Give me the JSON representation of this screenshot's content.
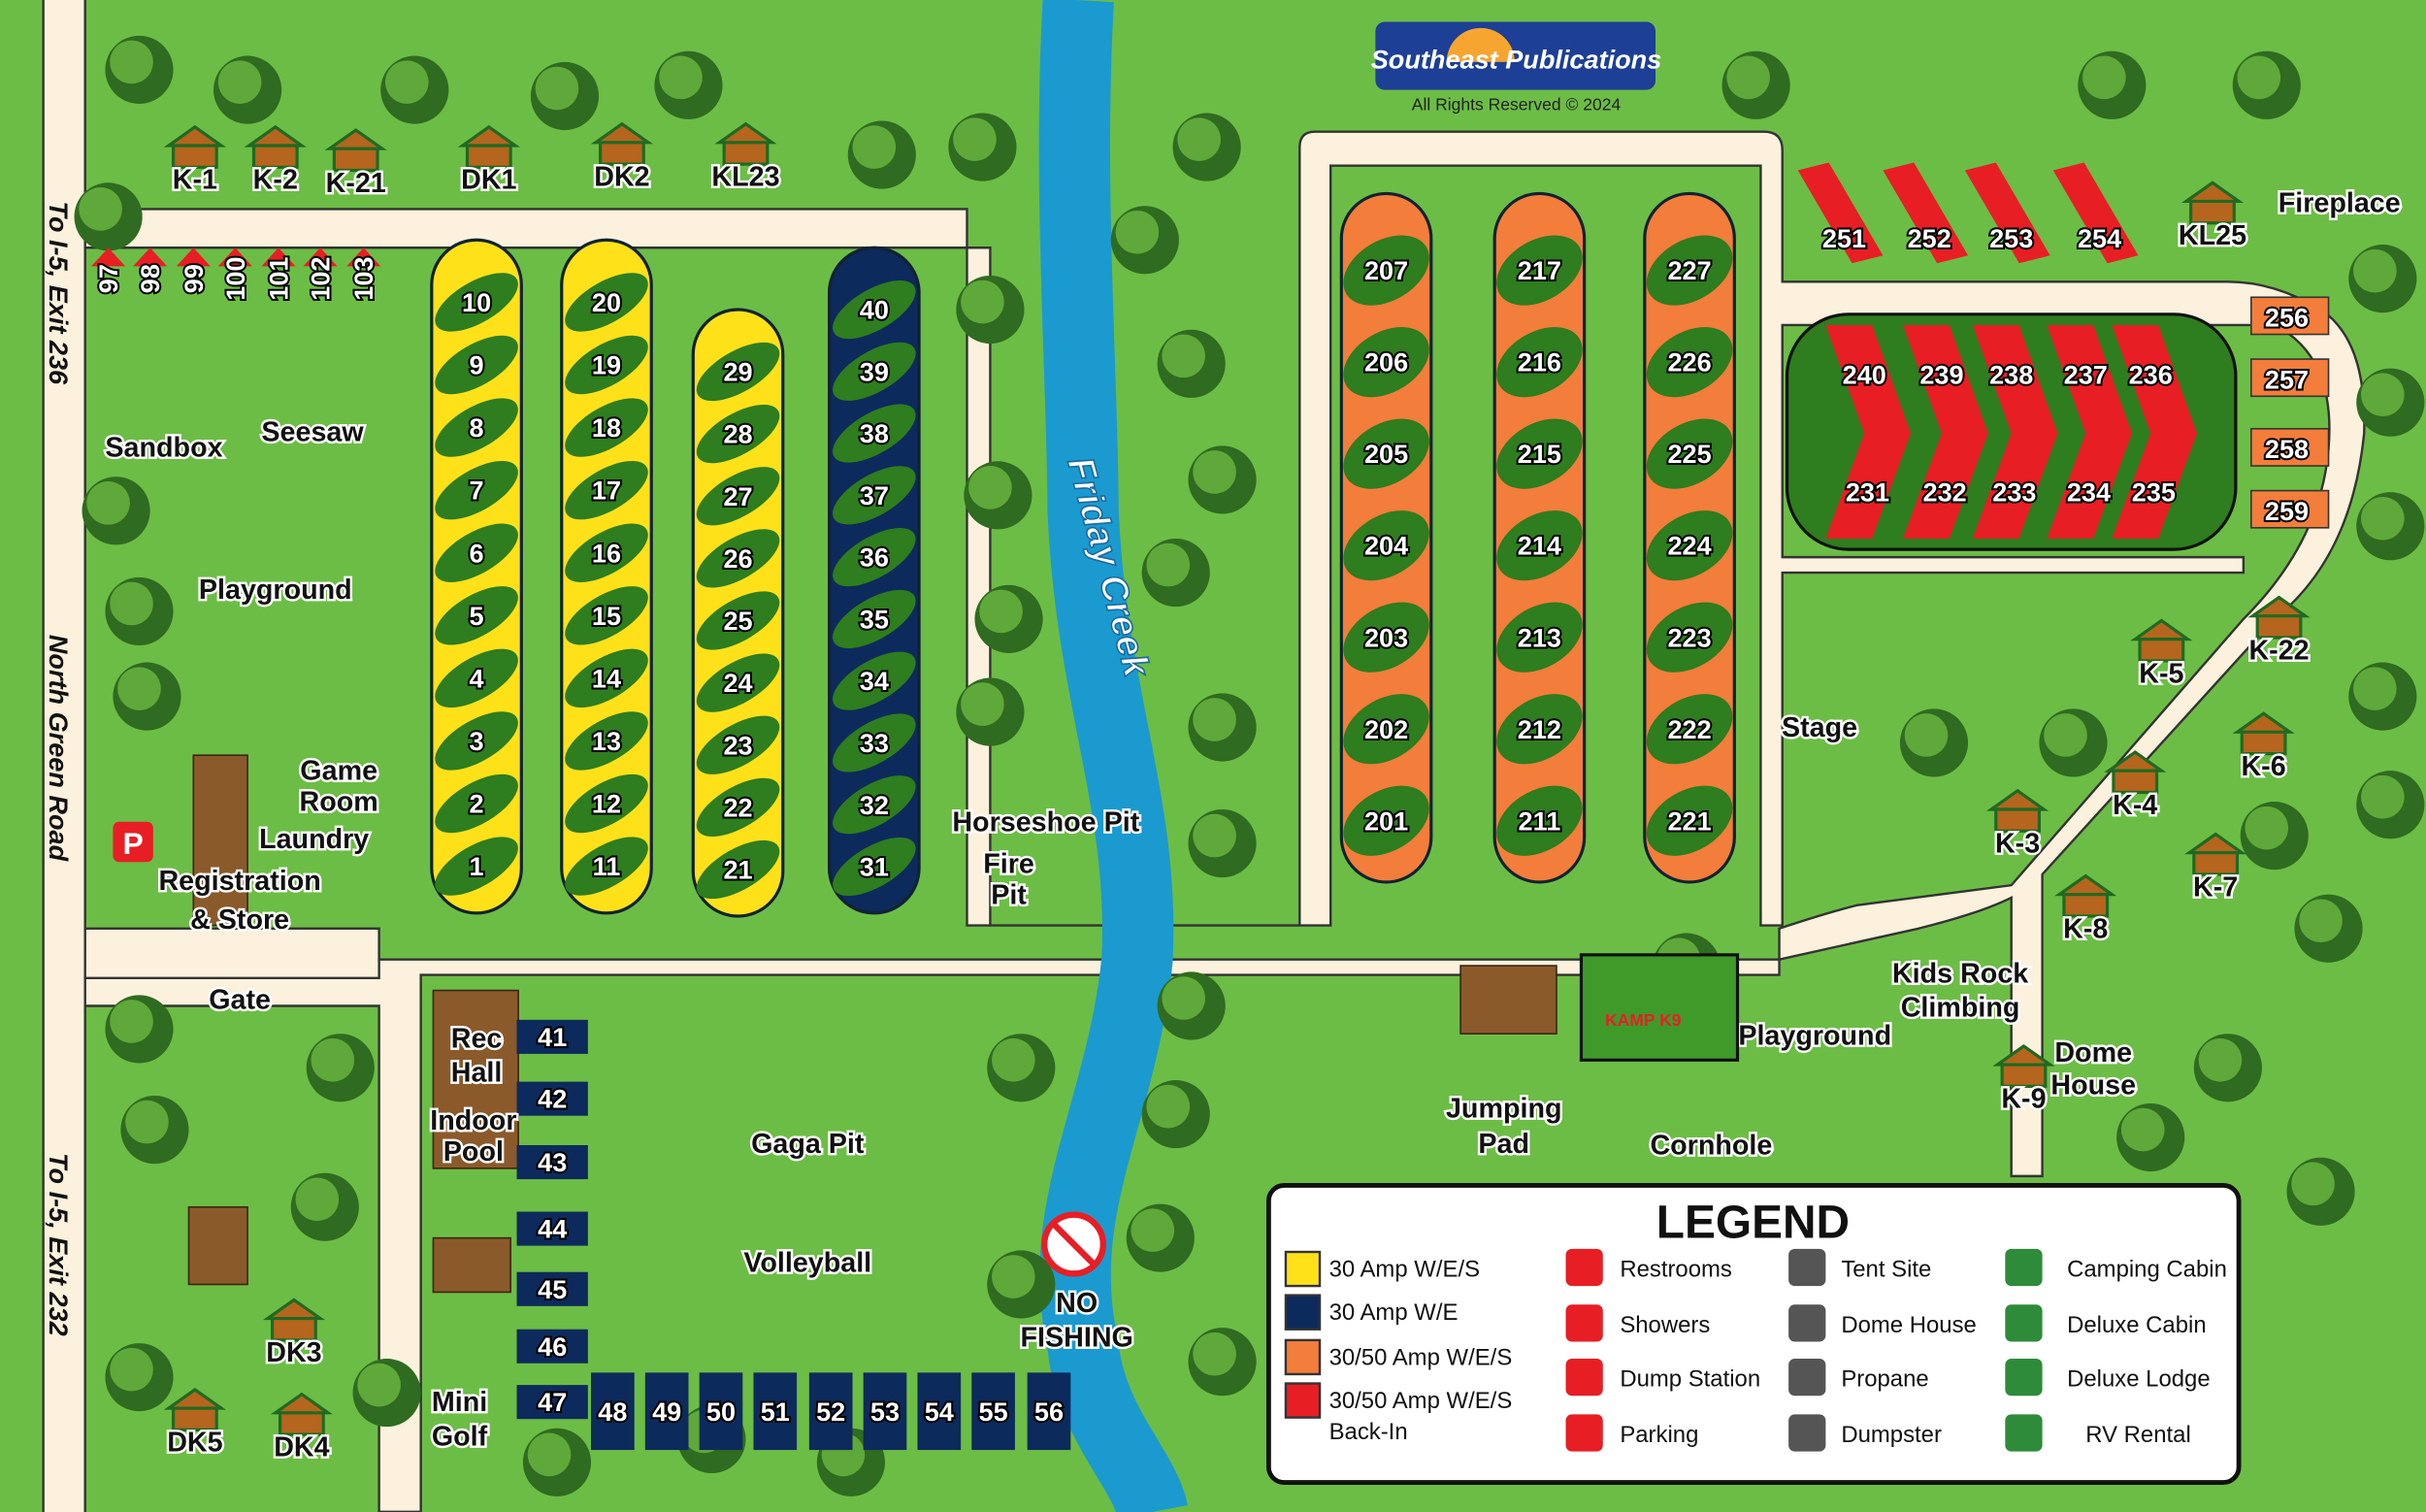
{
  "logo": {
    "brand": "Southeast Publications",
    "copyright": "All Rights Reserved © 2024"
  },
  "roads": {
    "north": "To I-5, Exit 236",
    "main": "North Green Road",
    "south": "To I-5, Exit 232"
  },
  "creek": "Friday Creek",
  "no_fishing": [
    "NO",
    "FISHING"
  ],
  "sites": {
    "yellow_1": [
      "10",
      "9",
      "8",
      "7",
      "6",
      "5",
      "4",
      "3",
      "2",
      "1"
    ],
    "yellow_2": [
      "20",
      "19",
      "18",
      "17",
      "16",
      "15",
      "14",
      "13",
      "12",
      "11"
    ],
    "yellow_3": [
      "29",
      "28",
      "27",
      "26",
      "25",
      "24",
      "23",
      "22",
      "21"
    ],
    "navy_1": [
      "40",
      "39",
      "38",
      "37",
      "36",
      "35",
      "34",
      "33",
      "32",
      "31"
    ],
    "orange_1": [
      "207",
      "206",
      "205",
      "204",
      "203",
      "202",
      "201"
    ],
    "orange_2": [
      "217",
      "216",
      "215",
      "214",
      "213",
      "212",
      "211"
    ],
    "orange_3": [
      "227",
      "226",
      "225",
      "224",
      "223",
      "222",
      "221"
    ],
    "red_top": [
      "251",
      "252",
      "253",
      "254"
    ],
    "red_upper": [
      "240",
      "239",
      "238",
      "237",
      "236"
    ],
    "red_lower": [
      "231",
      "232",
      "233",
      "234",
      "235"
    ],
    "orange_side": [
      "256",
      "257",
      "258",
      "259"
    ],
    "navy_col": [
      "41",
      "42",
      "43",
      "44",
      "45",
      "46",
      "47"
    ],
    "navy_row": [
      "48",
      "49",
      "50",
      "51",
      "52",
      "53",
      "54",
      "55",
      "56"
    ],
    "tents": [
      "97",
      "98",
      "99",
      "100",
      "101",
      "102",
      "103"
    ]
  },
  "cabins": [
    "K-1",
    "K-2",
    "K-21",
    "DK1",
    "DK2",
    "KL23",
    "KL25",
    "DK3",
    "DK5",
    "DK4",
    "K-5",
    "K-22",
    "K-6",
    "K-4",
    "K-3",
    "K-7",
    "K-8",
    "K-9"
  ],
  "amenities": [
    "Fireplace",
    "Sandbox",
    "Seesaw",
    "Playground",
    "Game",
    "Room",
    "Laundry",
    "Registration",
    "& Store",
    "Gate",
    "Rec",
    "Hall",
    "Indoor",
    "Pool",
    "Mini",
    "Golf",
    "Gaga Pit",
    "Volleyball",
    "Horseshoe Pit",
    "Fire",
    "Pit",
    "Stage",
    "Kids Rock",
    "Climbing",
    "Playground",
    "Dome",
    "House",
    "Jumping",
    "Pad",
    "Cornhole"
  ],
  "legend": {
    "title": "LEGEND",
    "site_types": [
      {
        "label": "30 Amp W/E/S",
        "color": "#FFE11A"
      },
      {
        "label": "30 Amp W/E",
        "color": "#0D2A5C"
      },
      {
        "label": "30/50 Amp W/E/S",
        "color": "#F37D3B"
      },
      {
        "label": "30/50 Amp W/E/S",
        "label2": "Back-In",
        "color": "#E81E25"
      }
    ],
    "icons": [
      {
        "label": "Restrooms",
        "icon": "restroom-icon"
      },
      {
        "label": "Showers",
        "icon": "shower-icon"
      },
      {
        "label": "Dump Station",
        "icon": "dump-station-icon"
      },
      {
        "label": "Parking",
        "icon": "parking-icon"
      },
      {
        "label": "Tent Site",
        "icon": "tent-icon"
      },
      {
        "label": "Dome House",
        "icon": "dome-house-icon"
      },
      {
        "label": "Propane",
        "icon": "propane-icon"
      },
      {
        "label": "Dumpster",
        "icon": "dumpster-icon"
      },
      {
        "label": "Camping Cabin",
        "icon": "camping-cabin-icon"
      },
      {
        "label": "Deluxe Cabin",
        "icon": "deluxe-cabin-icon"
      },
      {
        "label": "Deluxe Lodge",
        "icon": "deluxe-lodge-icon"
      },
      {
        "label": "RV Rental",
        "icon": "rv-rental-icon"
      }
    ]
  },
  "parking_letter": "P",
  "kamp_k9": "KAMP K9",
  "colors": {
    "grass": "#6CBD45",
    "road": "#FBF1DC",
    "river": "#1B9AD0",
    "site_green": "#2E7D1E",
    "tree": "#2F6B20",
    "arrow": "#E81E25"
  }
}
